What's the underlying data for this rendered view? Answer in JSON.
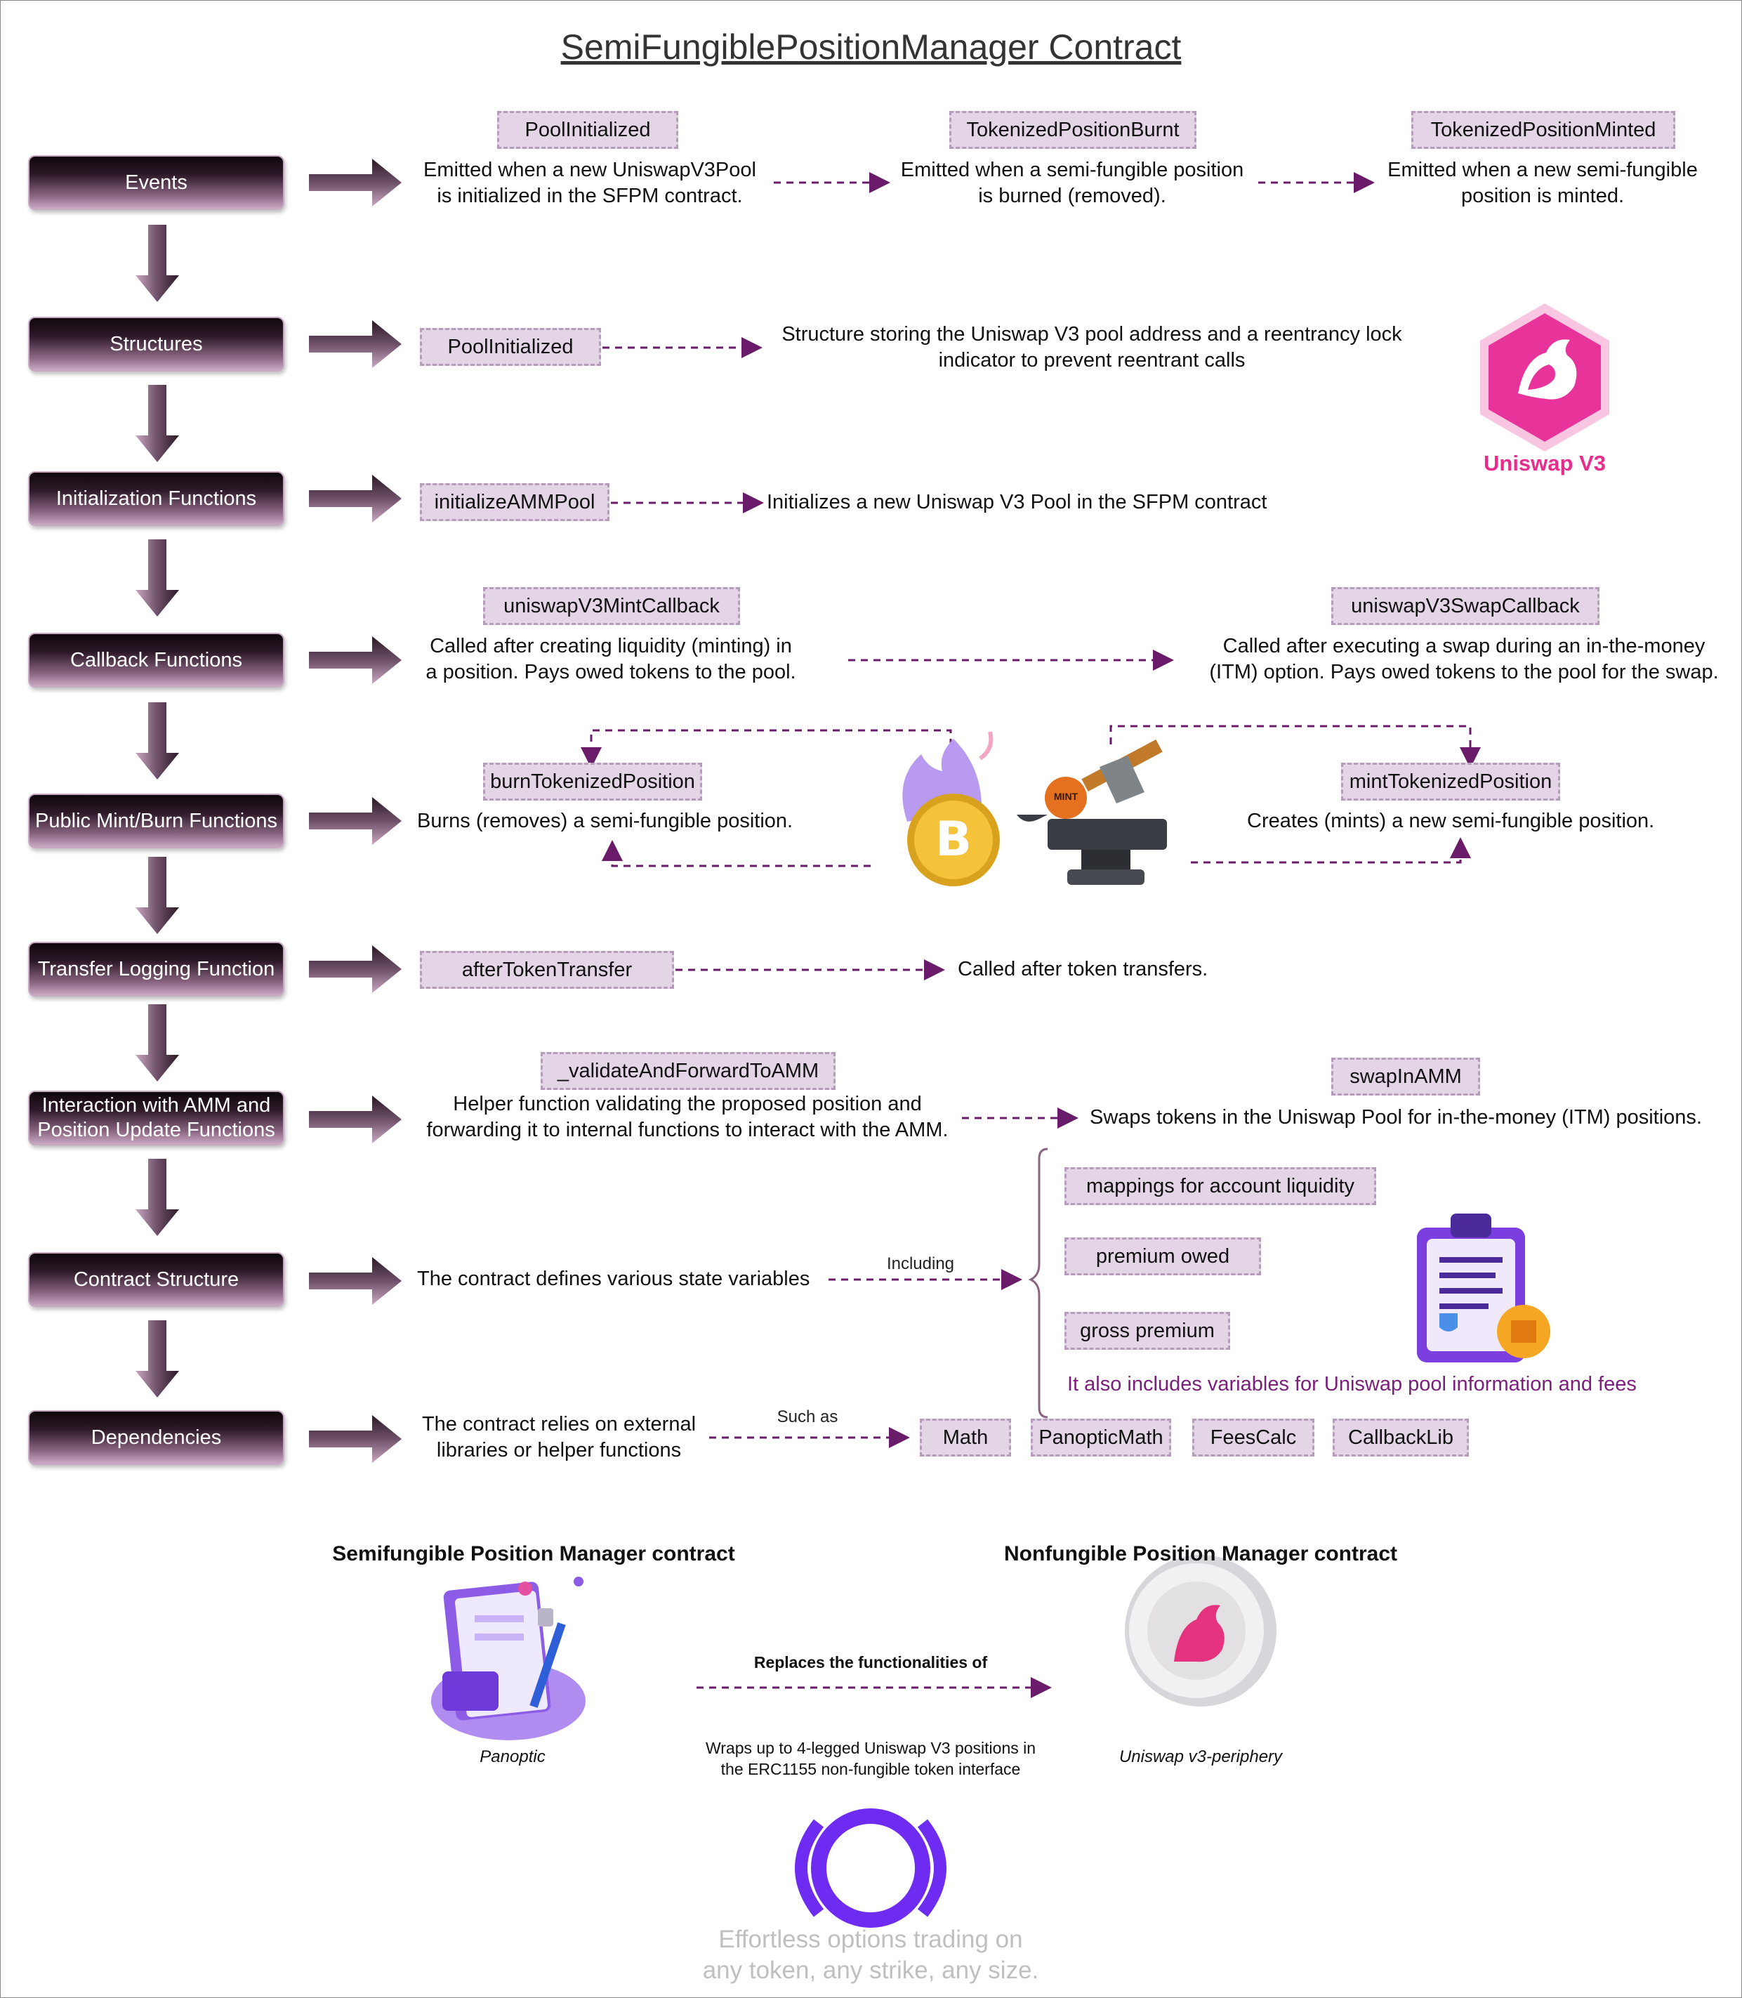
{
  "title": "SemiFungiblePositionManager Contract",
  "stages": {
    "events": "Events",
    "structures": "Structures",
    "init": "Initialization Functions",
    "callback": "Callback Functions",
    "mintburn": "Public Mint/Burn Functions",
    "transfer": "Transfer Logging Function",
    "amm_line1": "Interaction with AMM and",
    "amm_line2": "Position Update Functions",
    "contract": "Contract Structure",
    "deps": "Dependencies"
  },
  "events": {
    "tag1": "PoolInitialized",
    "desc1_l1": "Emitted when a new UniswapV3Pool",
    "desc1_l2": "is initialized in the SFPM contract.",
    "tag2": "TokenizedPositionBurnt",
    "desc2_l1": "Emitted when a semi-fungible position",
    "desc2_l2": "is burned (removed).",
    "tag3": "TokenizedPositionMinted",
    "desc3_l1": "Emitted when a new semi-fungible",
    "desc3_l2": "position is minted."
  },
  "structures": {
    "tag": "PoolInitialized",
    "desc_l1": "Structure storing the Uniswap V3 pool address and a reentrancy lock",
    "desc_l2": "indicator to prevent reentrant calls"
  },
  "uniswap_logo_label": "Uniswap V3",
  "init": {
    "tag": "initializeAMMPool",
    "desc": "Initializes a new Uniswap V3 Pool in the SFPM contract"
  },
  "callback": {
    "tag1": "uniswapV3MintCallback",
    "desc1_l1": "Called after creating liquidity (minting) in",
    "desc1_l2": "a position. Pays owed tokens to the pool.",
    "tag2": "uniswapV3SwapCallback",
    "desc2_l1": "Called after executing a swap during an in-the-money",
    "desc2_l2": "(ITM) option. Pays owed tokens to the pool for the swap."
  },
  "mintburn": {
    "tag1": "burnTokenizedPosition",
    "desc1": "Burns (removes) a semi-fungible position.",
    "tag2": "mintTokenizedPosition",
    "desc2": "Creates (mints) a new semi-fungible position.",
    "mint_badge": "MINT"
  },
  "transfer": {
    "tag": "afterTokenTransfer",
    "desc": "Called after token transfers."
  },
  "amm": {
    "tag1": "_validateAndForwardToAMM",
    "desc1_l1": "Helper function validating the proposed position and",
    "desc1_l2": "forwarding it to internal functions to interact with the AMM.",
    "tag2": "swapInAMM",
    "desc2": "Swaps tokens in the Uniswap Pool for in-the-money (ITM) positions."
  },
  "contract": {
    "desc": "The contract defines various state variables",
    "arrow_label": "Including",
    "vars": [
      "mappings for account liquidity",
      "premium owed",
      "gross premium"
    ],
    "note": "It also includes variables for Uniswap pool information and fees"
  },
  "deps": {
    "desc_l1": "The contract relies on external",
    "desc_l2": "libraries or helper functions",
    "arrow_label": "Such as",
    "libs": [
      "Math",
      "PanopticMath",
      "FeesCalc",
      "CallbackLib"
    ]
  },
  "comparison": {
    "left_title": "Semifungible Position Manager contract",
    "left_caption": "Panoptic",
    "right_title": "Nonfungible Position Manager contract",
    "right_caption": "Uniswap v3-periphery",
    "arrow_label": "Replaces the functionalities of",
    "note_l1": "Wraps up to 4-legged Uniswap V3 positions in",
    "note_l2": "the ERC1155 non-fungible token interface"
  },
  "tagline_l1": "Effortless options trading on",
  "tagline_l2": "any token, any strike, any size.",
  "colors": {
    "dashed_arrow": "#6a1b6a",
    "tag_bg": "#e3d5e6",
    "uniswap_pink": "#ea2c8c",
    "panoptic_purple": "#6e2cf2",
    "note_purple": "#7a1f7a"
  }
}
